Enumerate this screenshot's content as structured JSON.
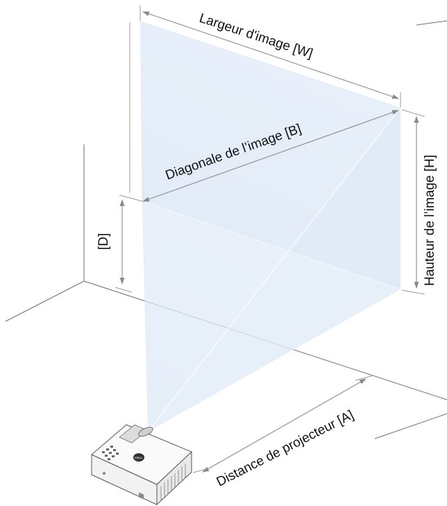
{
  "labels": {
    "image_width": "Largeur d'image [W]",
    "image_diagonal": "Diagonale de l’image [B]",
    "image_height": "Hauteur de l’image [H]",
    "offset": "[D]",
    "projector_distance": "Distance de projecteur [A]"
  },
  "projector": {
    "brand": "DELL"
  },
  "colors": {
    "projection_light": "#dfe9f7",
    "screen_fill": "#e6eef9",
    "dimension_line": "#8a8a8a",
    "room_line": "#6f6f6f",
    "text": "#111111"
  }
}
